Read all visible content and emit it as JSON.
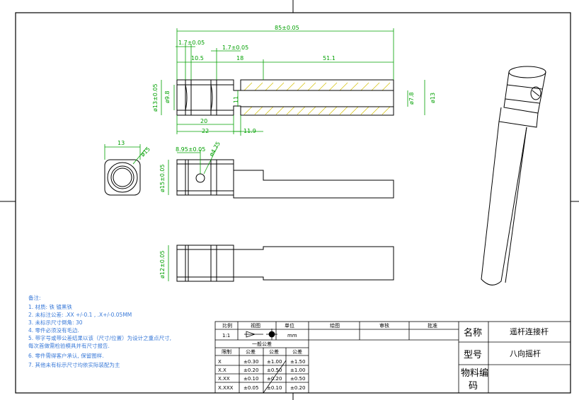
{
  "dimensions": {
    "overall_length": "85±0.05",
    "groove_a": "1.7±0.05",
    "groove_b": "1.7±0.05",
    "len_10_5": "10.5",
    "len_18": "18",
    "len_51_1": "51.1",
    "dia_13_tol": "ø13±0.05",
    "dia_9_8": "ø9.8",
    "dia_11": "11",
    "dia_7_8": "ø7.8",
    "dia_13": "ø13",
    "len_20": "20",
    "len_22": "22",
    "len_11_9": "11.9",
    "end_13": "13",
    "end_dia_15": "ø15",
    "hole_pos": "8.95±0.05",
    "hole_dia": "ø4.75",
    "dia_15_tol": "ø15±0.05",
    "dia_12_tol": "ø12±0.05"
  },
  "notes": {
    "title": "备注:",
    "lines": [
      "1. 材质: 铁   镀黑铁",
      "2. 未标注公差: .XX +/-0.1 , .X+/-0.05MM",
      "3. 未标示尺寸倒角: 30",
      "4. 零件必须没有毛边.",
      "5. 带字号或带公差结果以该（尺寸/位置）为设计之重点尺寸,",
      "   每次首做需检验模具并有尺寸报告.",
      "6. 零件需得客户承认, 保留图样.",
      "7. 其他未有标示尺寸均依实际装配为主"
    ]
  },
  "title_block": {
    "header": {
      "scale": "比例",
      "view": "视图",
      "unit": "单位",
      "drawn": "绘图",
      "checked": "审核",
      "approved": "批准"
    },
    "values": {
      "scale": "1:1",
      "unit": "mm"
    },
    "general_tolerance": "一般公差",
    "tol_columns": [
      "限制",
      "公差",
      "公差",
      "公差"
    ],
    "tol_rows": [
      [
        "X",
        "±0.30",
        "±1.00",
        "±1.50"
      ],
      [
        "X.X",
        "±0.20",
        "±0.50",
        "±1.00"
      ],
      [
        "X.XX",
        "±0.10",
        "±0.20",
        "±0.50"
      ],
      [
        "X.XXX",
        "±0.05",
        "±0.10",
        "±0.20"
      ]
    ],
    "name_label": "名称",
    "name_value": "遥杆连接杆",
    "model_label": "型号",
    "model_value": "八向摇杆",
    "material_code_label_1": "物料编",
    "material_code_label_2": "码",
    "material_code_value": ""
  }
}
